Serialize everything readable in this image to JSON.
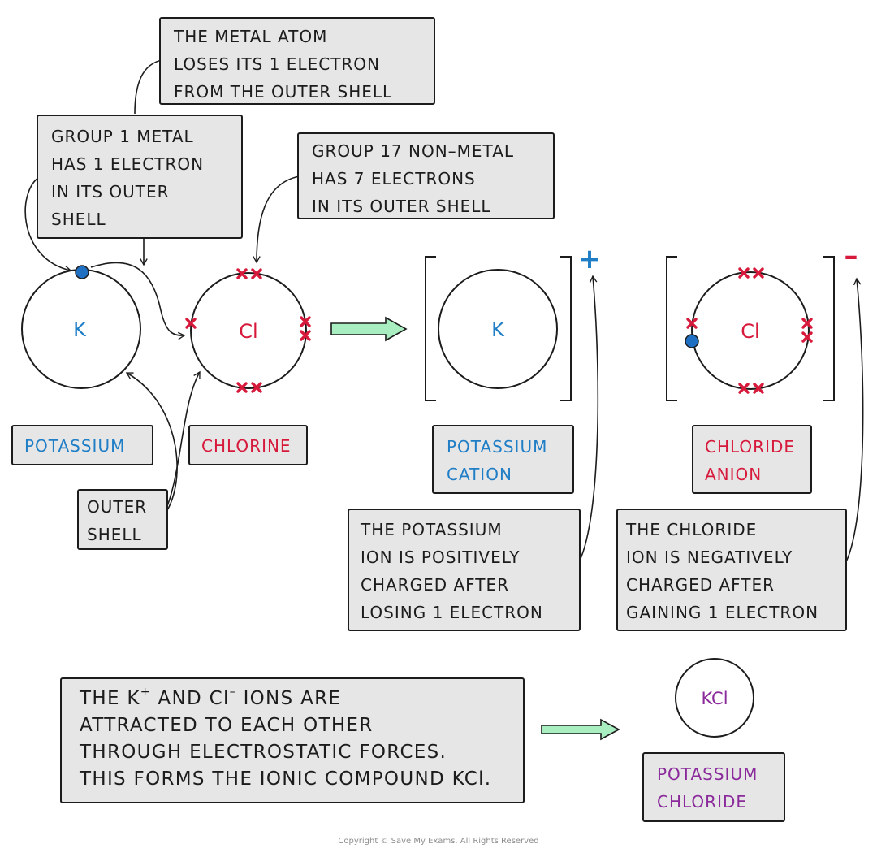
{
  "colors": {
    "potassium": "#1f7ec6",
    "chlorine": "#d7193b",
    "compound": "#8a2a9b",
    "arrow_fill": "#a8eec0",
    "box_fill": "#e6e6e6",
    "electron_dot": "#1f6fc2",
    "electron_cross": "#d7193b"
  },
  "annotations": {
    "metal_loses": [
      "THE  METAL  ATOM",
      "LOSES ITS 1 ELECTRON",
      "FROM  THE  OUTER SHELL"
    ],
    "group1": [
      "GROUP  1  METAL",
      "HAS  1  ELECTRON",
      "IN  ITS   OUTER",
      "SHELL"
    ],
    "group17": [
      "GROUP  17  NON–METAL",
      "HAS  7  ELECTRONS",
      "IN  ITS  OUTER SHELL"
    ],
    "outer_shell": [
      "OUTER",
      "SHELL"
    ],
    "cation_note": [
      "THE  POTASSIUM",
      "ION  IS  POSITIVELY",
      "CHARGED  AFTER",
      "LOSING  1  ELECTRON"
    ],
    "anion_note": [
      "THE  CHLORIDE",
      "ION  IS  NEGATIVELY",
      "CHARGED  AFTER",
      "GAINING  1  ELECTRON"
    ]
  },
  "atoms": {
    "k_symbol": "K",
    "cl_symbol": "Cl",
    "k_ion_symbol": "K",
    "cl_ion_symbol": "Cl",
    "compound_symbol": "KCl",
    "cation_charge": "+",
    "anion_charge": "–"
  },
  "labels": {
    "potassium": "POTASSIUM",
    "chlorine": "CHLORINE",
    "potassium_cation": [
      "POTASSIUM",
      "CATION"
    ],
    "chloride_anion": [
      "CHLORIDE",
      "ANION"
    ],
    "potassium_chloride": [
      "POTASSIUM",
      "CHLORIDE"
    ]
  },
  "summary": {
    "line1_a": "THE  K",
    "line1_sup1": "+",
    "line1_b": "  AND  Cl",
    "line1_sup2": "–",
    "line1_c": "  IONS  ARE",
    "line2": "ATTRACTED  TO  EACH  OTHER",
    "line3": "THROUGH  ELECTROSTATIC  FORCES.",
    "line4": "THIS  FORMS  THE  IONIC  COMPOUND  KCl."
  },
  "copyright": "Copyright © Save My Exams. All Rights Reserved"
}
